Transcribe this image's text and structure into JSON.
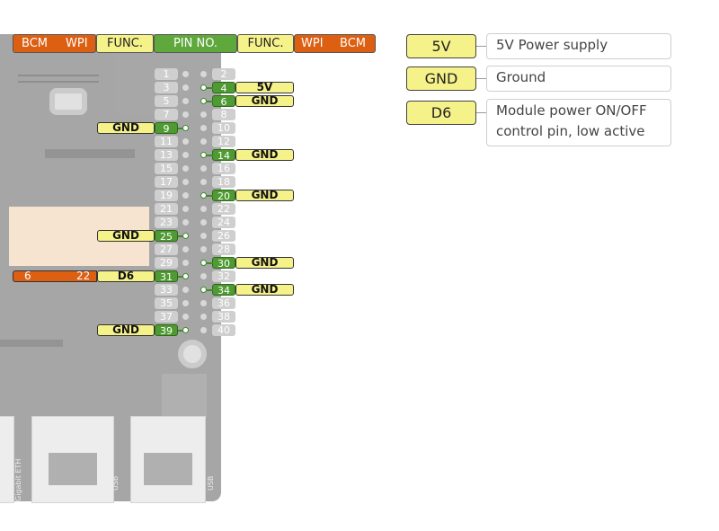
{
  "header": {
    "left_bcm": "BCM",
    "left_wpi": "WPI",
    "left_func": "FUNC.",
    "pin_no": "PIN NO.",
    "right_func": "FUNC.",
    "right_wpi": "WPI",
    "right_bcm": "BCM"
  },
  "pins": {
    "p1": "1",
    "p2": "2",
    "p3": "3",
    "p4": "4",
    "p5": "5",
    "p6": "6",
    "p7": "7",
    "p8": "8",
    "p9": "9",
    "p10": "10",
    "p11": "11",
    "p12": "12",
    "p13": "13",
    "p14": "14",
    "p15": "15",
    "p16": "16",
    "p17": "17",
    "p18": "18",
    "p19": "19",
    "p20": "20",
    "p21": "21",
    "p22": "22",
    "p23": "23",
    "p24": "24",
    "p25": "25",
    "p26": "26",
    "p27": "27",
    "p28": "28",
    "p29": "29",
    "p30": "30",
    "p31": "31",
    "p32": "32",
    "p33": "33",
    "p34": "34",
    "p35": "35",
    "p36": "36",
    "p37": "37",
    "p38": "38",
    "p39": "39",
    "p40": "40"
  },
  "functions": {
    "pin4": "5V",
    "pin6": "GND",
    "pin9": "GND",
    "pin14": "GND",
    "pin20": "GND",
    "pin25": "GND",
    "pin30": "GND",
    "pin31": "D6",
    "pin34": "GND",
    "pin39": "GND"
  },
  "pin31_mapping": {
    "bcm": "6",
    "wpi": "22"
  },
  "board_labels": {
    "eth": "Gigabit ETH",
    "usb_a": "USB",
    "usb_b": "USB"
  },
  "legend": [
    {
      "key": "5V",
      "description": "5V Power supply"
    },
    {
      "key": "GND",
      "description": "Ground"
    },
    {
      "key": "D6",
      "description": "Module power ON/OFF control pin, low active"
    }
  ],
  "colors": {
    "bcm_wpi": "#dc5f12",
    "function": "#f6f28a",
    "pin_no_active": "#5fa83b",
    "pin_no_inactive": "#cfcfcf"
  }
}
